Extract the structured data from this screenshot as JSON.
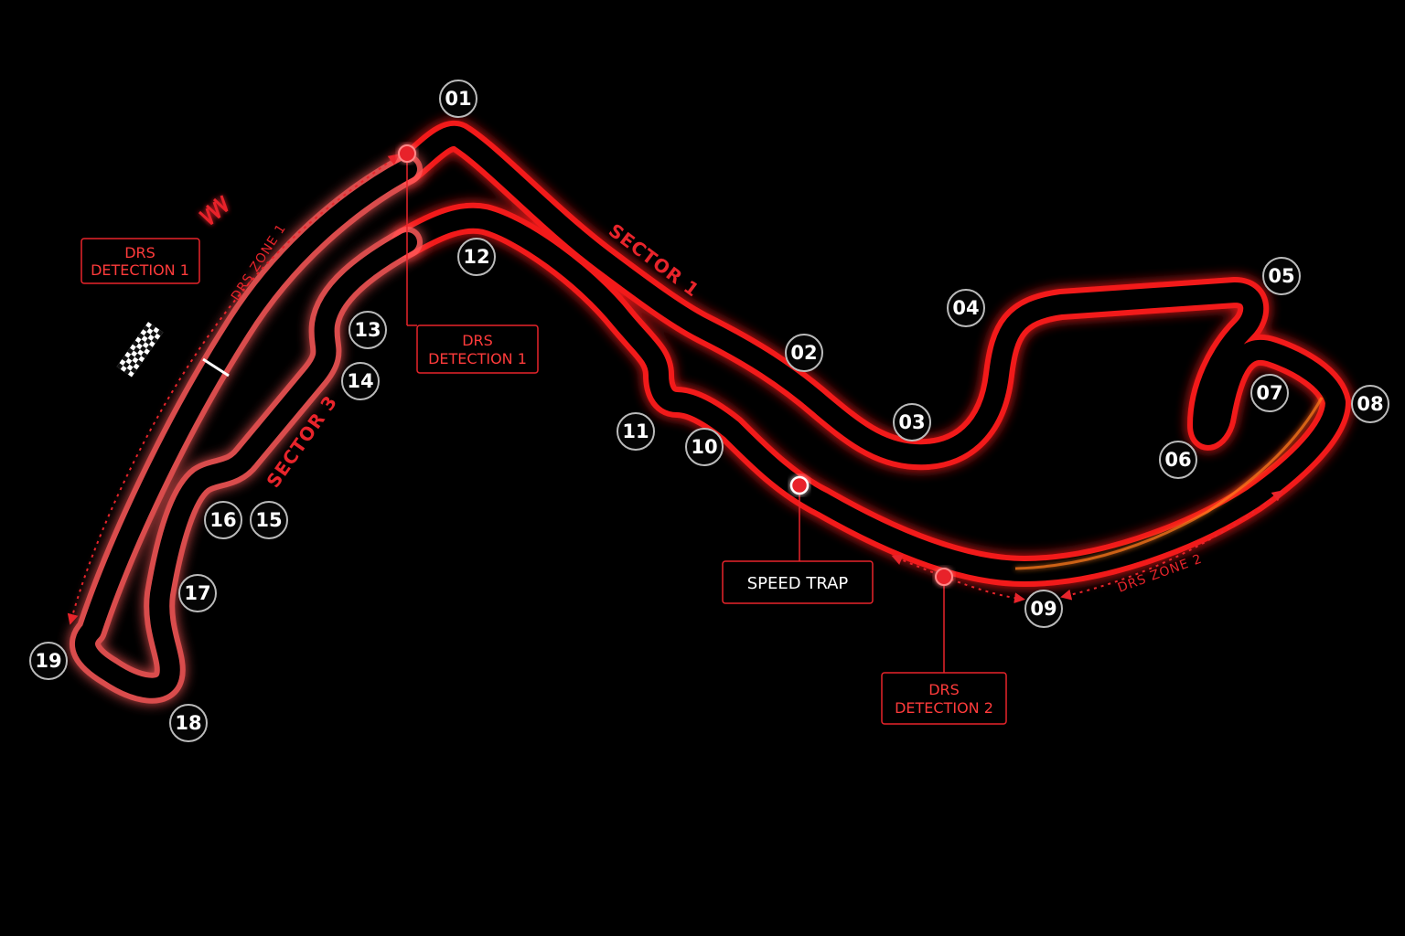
{
  "colors": {
    "background": "#000000",
    "track": "#ff2a2a",
    "track_glow": "#ff0000",
    "sector3": "#ff6a6a",
    "accent_orange": "#ff7a1a",
    "label_red": "#ff3b3b",
    "circle_stroke": "#bbbbbb",
    "white": "#ffffff"
  },
  "turns": [
    "01",
    "02",
    "03",
    "04",
    "05",
    "06",
    "07",
    "08",
    "09",
    "10",
    "11",
    "12",
    "13",
    "14",
    "15",
    "16",
    "17",
    "18",
    "19"
  ],
  "sectors": {
    "sector1": "SECTOR 1",
    "sector3": "SECTOR 3"
  },
  "drs_zones": {
    "zone1": "DRS ZONE 1",
    "zone2": "DRS ZONE 2"
  },
  "detection_boxes": {
    "left": {
      "line1": "DRS",
      "line2": "DETECTION 1"
    },
    "center": {
      "line1": "DRS",
      "line2": "DETECTION 1"
    },
    "right": {
      "line1": "DRS",
      "line2": "DETECTION 2"
    }
  },
  "speed_trap": {
    "label": "SPEED TRAP"
  },
  "icons": {
    "start_finish": "checkered-flag-icon",
    "direction": "direction-chevrons-icon"
  }
}
